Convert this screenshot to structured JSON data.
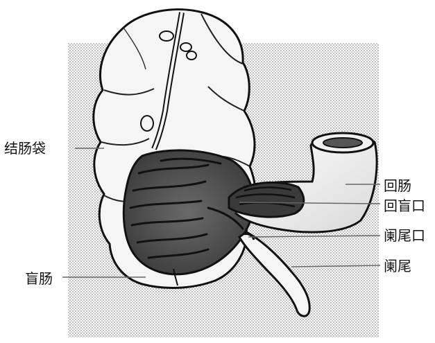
{
  "labels": {
    "colon_haustra": "结肠袋",
    "cecum": "盲肠",
    "ileum": "回肠",
    "ileocecal_orifice": "回盲口",
    "appendix_orifice": "阑尾口",
    "appendix": "阑尾"
  },
  "colors": {
    "outline": "#111111",
    "tissue": "#f4f4f4",
    "interior": "#4a4a4a",
    "background_stipple": "#9a9a9a"
  }
}
